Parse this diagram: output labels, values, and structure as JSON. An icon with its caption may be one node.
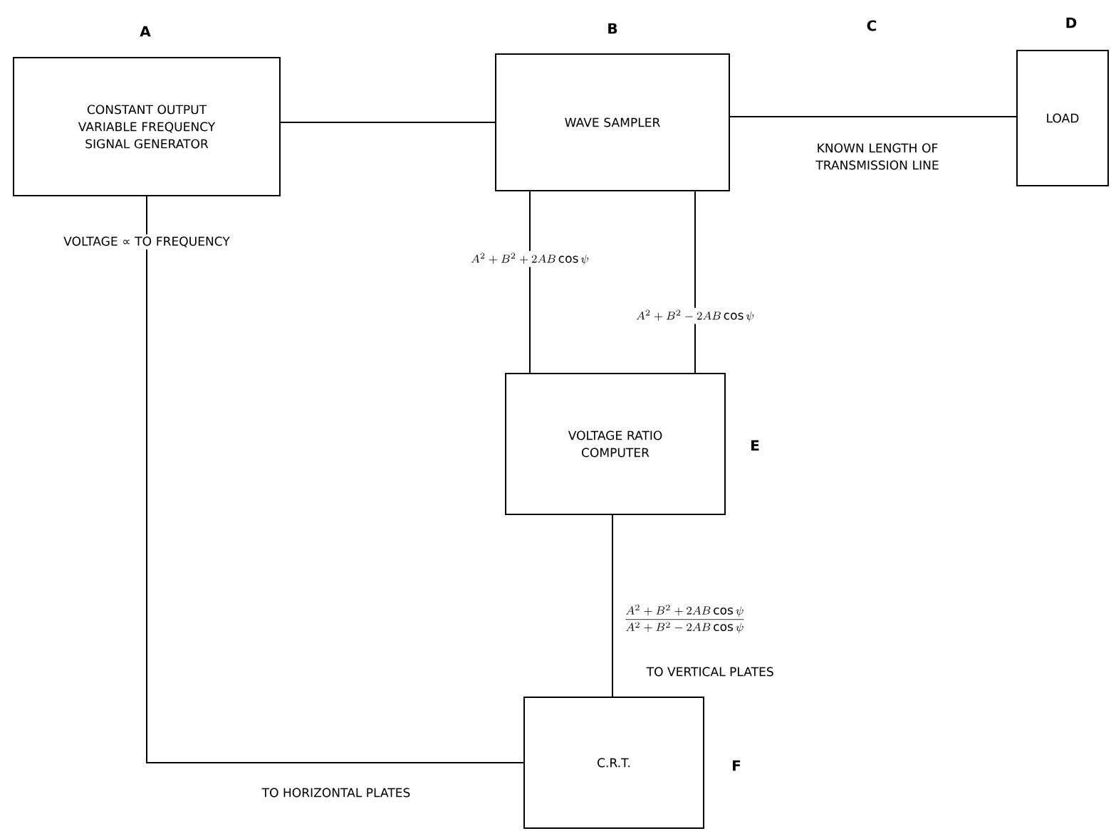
{
  "diagram": {
    "nodes": [
      {
        "text": [
          "CONSTANT OUTPUT VARIABLE FREQUENCY SIGNAL GENERATOR"
        ],
        "beside": [
          "A"
        ]
      },
      {
        "text": [
          "WAVE SAMPLER"
        ],
        "beside": [
          "B"
        ]
      },
      {
        "text": [
          "LOAD"
        ],
        "beside": [
          "D"
        ]
      },
      {
        "text": [
          "VOLTAGE RATIO COMPUTER"
        ],
        "beside": [
          "E"
        ]
      },
      {
        "text": [
          "C.R.T."
        ],
        "beside": [
          "F"
        ]
      }
    ],
    "edges": [
      {
        "from": 0,
        "to": 1,
        "arrow": "none"
      },
      {
        "from": 1,
        "to": 2,
        "arrow": "none",
        "label": "KNOWN LENGTH OF TRANSMISSION LINE"
      },
      {
        "from": 1,
        "to": 3,
        "arrow": "none",
        "label": "A^{2}+B^{2}+2AB\\cos\\psi"
      },
      {
        "from": 1,
        "to": 3,
        "arrow": "none",
        "label": "A^{2}+B^{2}-2AB\\cos\\psi"
      },
      {
        "from": 3,
        "to": 4,
        "arrow": "none",
        "label": "\\frac{A^{2}+B^{2}+2AB\\cos\\psi}{A^{2}+B^{2}-2AB\\cos\\psi}"
      },
      {
        "from": 0,
        "to": 4,
        "arrow": "none",
        "label": "VOLTAGE ∝ TO FREQUENCY"
      }
    ],
    "labels": [
      "C",
      "TO VERTICAL PLATES",
      "TO HORIZONTAL PLATES"
    ]
  }
}
